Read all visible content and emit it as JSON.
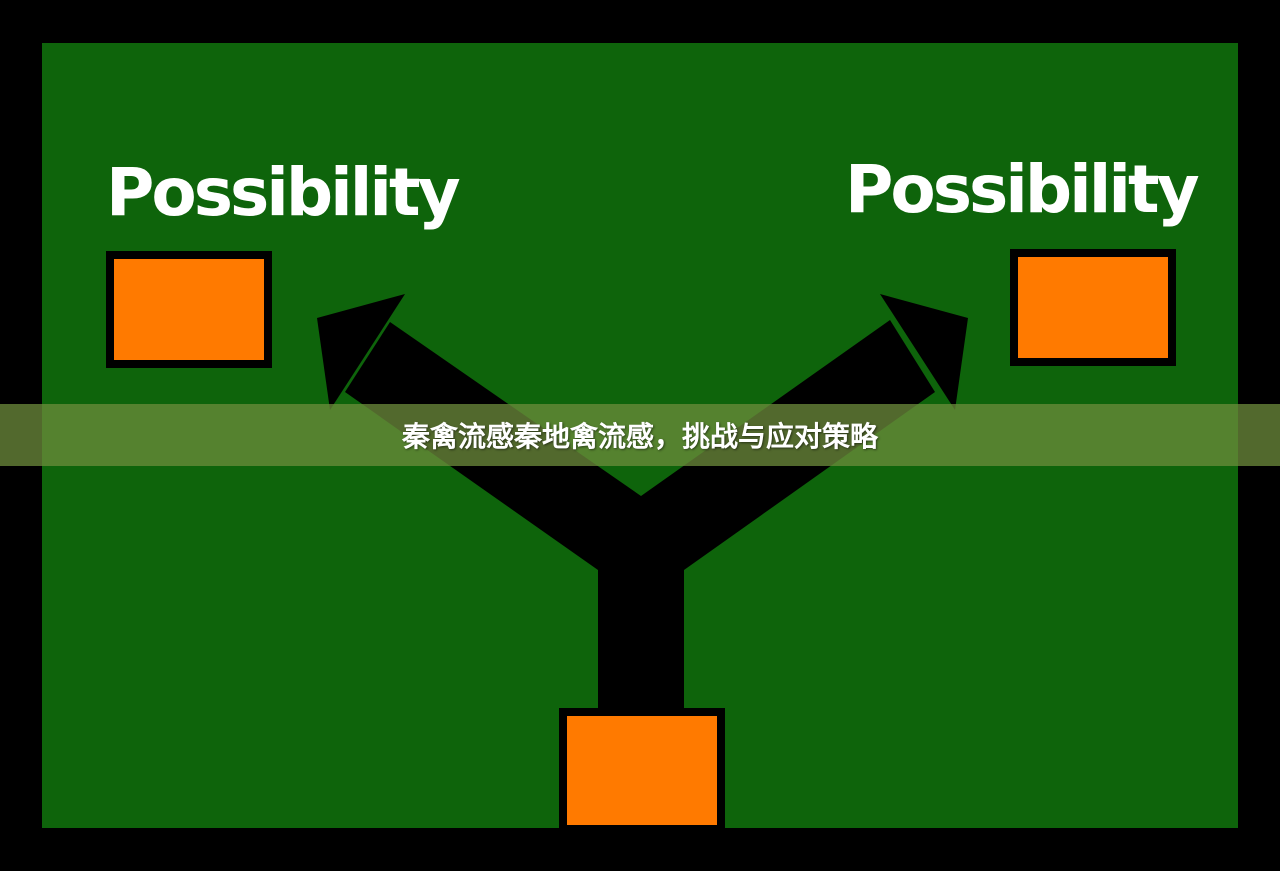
{
  "diagram": {
    "left_label": "Possibility",
    "right_label": "Possibility",
    "box_color": "#ff7a00",
    "board_color": "#0e640b",
    "frame_color": "#000000",
    "arrow_color": "#000000"
  },
  "banner": {
    "title": "秦禽流感秦地禽流感，挑战与应对策略"
  }
}
